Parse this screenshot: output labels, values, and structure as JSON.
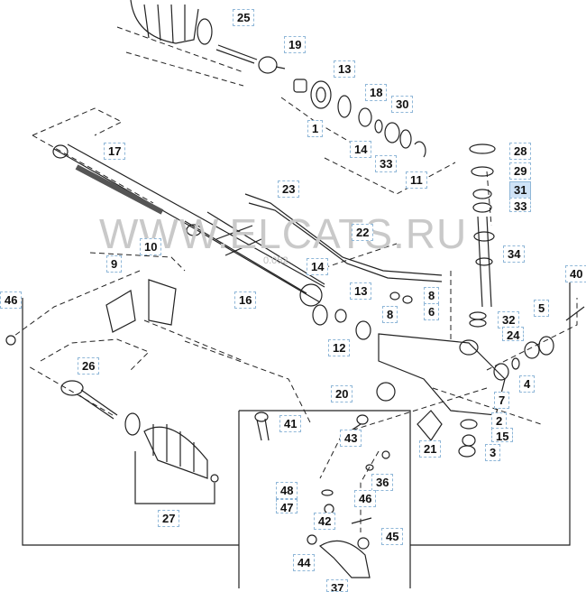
{
  "watermark": "WWW.ELCATS.RU",
  "watermark_small": "0.052",
  "callouts": [
    {
      "id": "25",
      "label": "25"
    },
    {
      "id": "19",
      "label": "19"
    },
    {
      "id": "13a",
      "label": "13"
    },
    {
      "id": "1",
      "label": "1"
    },
    {
      "id": "18",
      "label": "18"
    },
    {
      "id": "30",
      "label": "30"
    },
    {
      "id": "14a",
      "label": "14"
    },
    {
      "id": "33a",
      "label": "33"
    },
    {
      "id": "11",
      "label": "11"
    },
    {
      "id": "17",
      "label": "17"
    },
    {
      "id": "28",
      "label": "28"
    },
    {
      "id": "29",
      "label": "29"
    },
    {
      "id": "31",
      "label": "31",
      "selected": true
    },
    {
      "id": "33b",
      "label": "33"
    },
    {
      "id": "23",
      "label": "23"
    },
    {
      "id": "22",
      "label": "22"
    },
    {
      "id": "34",
      "label": "34"
    },
    {
      "id": "10",
      "label": "10"
    },
    {
      "id": "9",
      "label": "9"
    },
    {
      "id": "14b",
      "label": "14"
    },
    {
      "id": "16",
      "label": "16"
    },
    {
      "id": "13b",
      "label": "13"
    },
    {
      "id": "8a",
      "label": "8"
    },
    {
      "id": "8b",
      "label": "8"
    },
    {
      "id": "6",
      "label": "6"
    },
    {
      "id": "32",
      "label": "32"
    },
    {
      "id": "40",
      "label": "40"
    },
    {
      "id": "5",
      "label": "5"
    },
    {
      "id": "46a",
      "label": "46"
    },
    {
      "id": "12",
      "label": "12"
    },
    {
      "id": "24",
      "label": "24"
    },
    {
      "id": "26",
      "label": "26"
    },
    {
      "id": "4",
      "label": "4"
    },
    {
      "id": "7",
      "label": "7"
    },
    {
      "id": "20",
      "label": "20"
    },
    {
      "id": "2",
      "label": "2"
    },
    {
      "id": "41",
      "label": "41"
    },
    {
      "id": "43",
      "label": "43"
    },
    {
      "id": "15",
      "label": "15"
    },
    {
      "id": "21",
      "label": "21"
    },
    {
      "id": "3",
      "label": "3"
    },
    {
      "id": "36",
      "label": "36"
    },
    {
      "id": "48",
      "label": "48"
    },
    {
      "id": "47",
      "label": "47"
    },
    {
      "id": "46b",
      "label": "46"
    },
    {
      "id": "27a",
      "label": "27"
    },
    {
      "id": "42",
      "label": "42"
    },
    {
      "id": "45",
      "label": "45"
    },
    {
      "id": "44",
      "label": "44"
    },
    {
      "id": "37",
      "label": "37"
    }
  ]
}
